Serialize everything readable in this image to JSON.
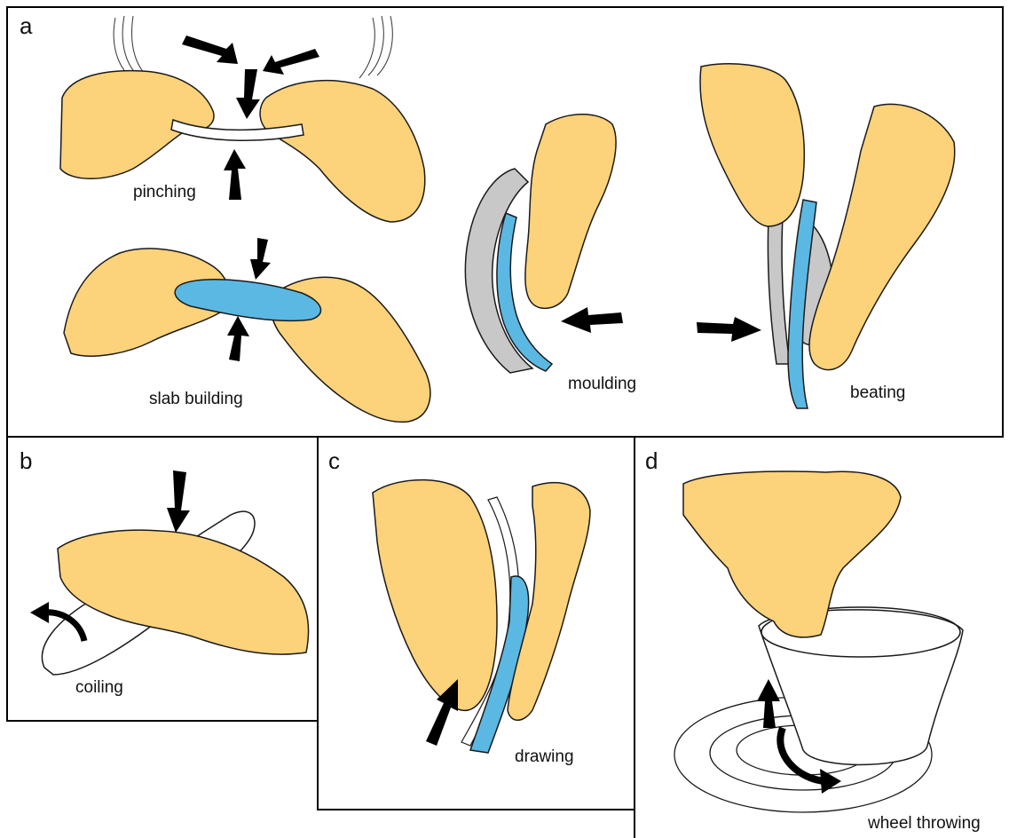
{
  "panels": {
    "a": {
      "letter": "a",
      "labels": {
        "pinching": "pinching",
        "slab": "slab building",
        "moulding": "moulding",
        "beating": "beating"
      }
    },
    "b": {
      "letter": "b",
      "labels": {
        "coiling": "coiling"
      }
    },
    "c": {
      "letter": "c",
      "labels": {
        "drawing": "drawing"
      }
    },
    "d": {
      "letter": "d",
      "labels": {
        "wheel": "wheel throwing"
      }
    }
  },
  "colors": {
    "hand": "#fcd27a",
    "clay": "#5bb8e3",
    "tool": "#c8c8c8",
    "arrow": "#000000",
    "outline": "#1a1a1a"
  }
}
